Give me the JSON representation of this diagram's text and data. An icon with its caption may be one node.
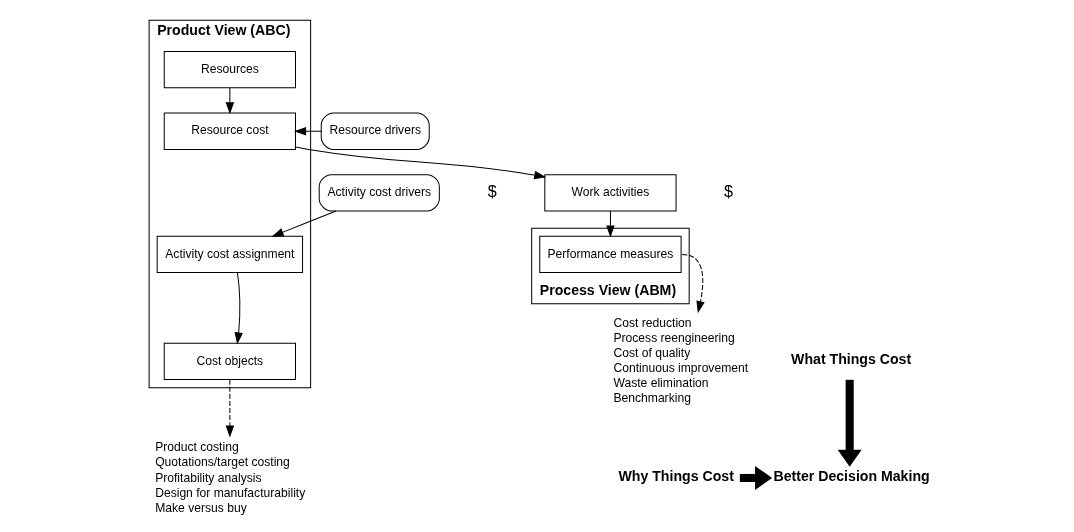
{
  "diagram": {
    "nodes": [
      {
        "text": [
          "Product View (ABC)"
        ]
      },
      {
        "text": [
          "Resources"
        ],
        "in": 0
      },
      {
        "text": [
          "Resource cost"
        ],
        "in": 0
      },
      {
        "text": [
          "Resource drivers"
        ]
      },
      {
        "text": [
          "Process View (ABM)"
        ]
      },
      {
        "text": [
          "Work activities"
        ]
      },
      {
        "text": [
          "Performance measures"
        ],
        "in": 4
      },
      {
        "text": [
          "Activity cost assignment"
        ],
        "in": 0
      },
      {
        "text": [
          "Activity cost drivers"
        ]
      },
      {
        "text": [
          "Cost objects"
        ],
        "in": 0
      },
      {
        "text": [
          "Cost reduction",
          "Process reengineering",
          "Cost of quality",
          "Continuous improvement",
          "Waste elimination",
          "Benchmarking"
        ]
      },
      {
        "text": [
          "Product costing",
          "Quotations/target costing",
          "Profitability analysis",
          "Design for manufacturability",
          "Make versus buy"
        ]
      },
      {
        "text": [
          "What Things Cost"
        ]
      },
      {
        "text": [
          "Better Decision Making"
        ]
      },
      {
        "text": [
          "Why Things Cost"
        ]
      }
    ],
    "edges": [
      {
        "from": 1,
        "to": 2,
        "arrow": "to"
      },
      {
        "from": 3,
        "to": 2,
        "arrow": "to"
      },
      {
        "from": 2,
        "to": 5,
        "arrow": "to"
      },
      {
        "from": 5,
        "to": 6,
        "arrow": "to"
      },
      {
        "from": 6,
        "to": 10,
        "arrow": "to",
        "style": "dashed"
      },
      {
        "from": 8,
        "to": 7,
        "arrow": "to"
      },
      {
        "from": 7,
        "to": 9,
        "arrow": "to"
      },
      {
        "from": 9,
        "to": 11,
        "arrow": "to",
        "style": "dashed"
      },
      {
        "from": 12,
        "to": 13,
        "arrow": "to",
        "style": "thick"
      },
      {
        "from": 14,
        "to": 13,
        "arrow": "to",
        "style": "thick"
      }
    ],
    "labels": [
      "$",
      "$"
    ]
  }
}
